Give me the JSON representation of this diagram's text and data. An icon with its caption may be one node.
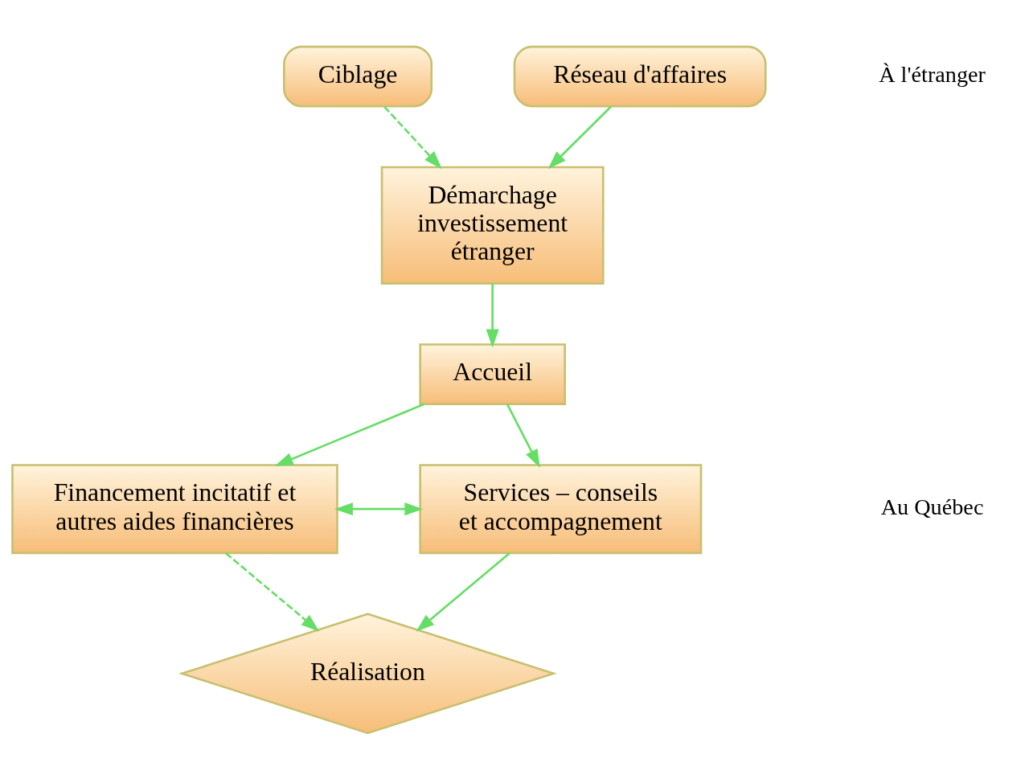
{
  "diagram": {
    "nodes": [
      {
        "text": [
          "Ciblage"
        ]
      },
      {
        "text": [
          "Réseau d'affaires"
        ]
      },
      {
        "text": [
          "Démarchage investissement étranger"
        ]
      },
      {
        "text": [
          "Accueil"
        ]
      },
      {
        "text": [
          "Financement incitatif et autres aides financières"
        ]
      },
      {
        "text": [
          "Services – conseils et accompagnement"
        ]
      },
      {
        "text": [
          "Réalisation"
        ]
      }
    ],
    "edges": [
      {
        "from": 0,
        "to": 2,
        "arrow": "to",
        "style": "dashed"
      },
      {
        "from": 1,
        "to": 2,
        "arrow": "to"
      },
      {
        "from": 2,
        "to": 3,
        "arrow": "to"
      },
      {
        "from": 3,
        "to": 4,
        "arrow": "to"
      },
      {
        "from": 3,
        "to": 5,
        "arrow": "to"
      },
      {
        "from": 4,
        "to": 5,
        "arrow": "both"
      },
      {
        "from": 4,
        "to": 6,
        "arrow": "to",
        "style": "dashed"
      },
      {
        "from": 5,
        "to": 6,
        "arrow": "to"
      }
    ],
    "labels": [
      "À l'étranger",
      "Au Québec"
    ]
  }
}
